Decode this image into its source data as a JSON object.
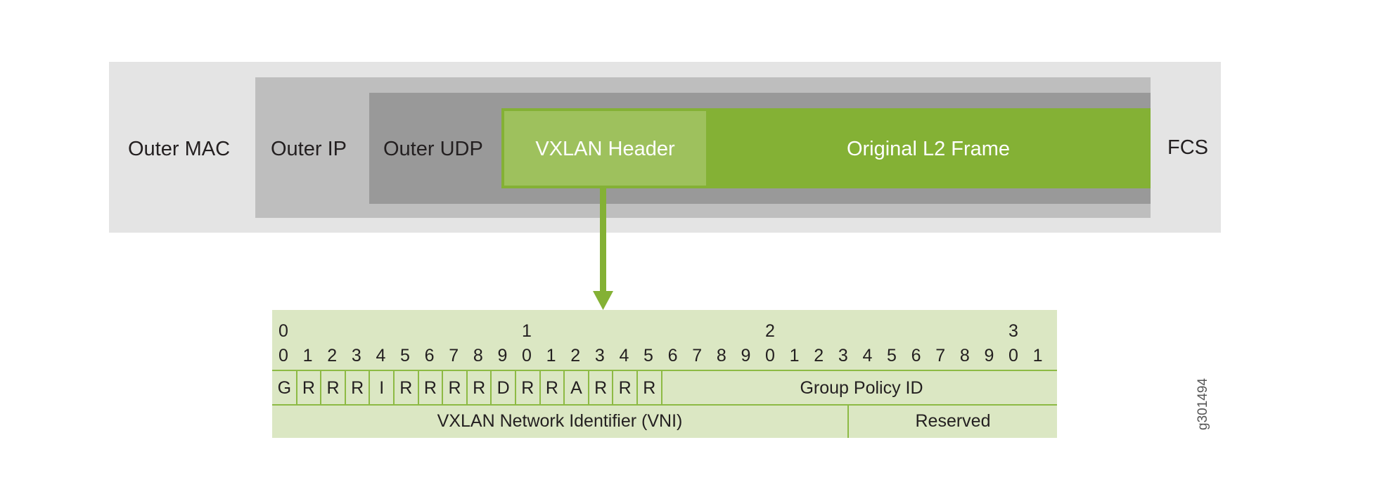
{
  "packet": {
    "outer_mac": "Outer MAC",
    "outer_ip": "Outer IP",
    "outer_udp": "Outer UDP",
    "vxlan_header": "VXLAN Header",
    "original_l2_frame": "Original L2 Frame",
    "fcs": "FCS"
  },
  "colors": {
    "outer_mac": "#e4e4e4",
    "outer_ip": "#bebebe",
    "outer_udp": "#999999",
    "green_dark": "#84b135",
    "green_mid": "#9ec15d",
    "green_light": "#dbe7c3"
  },
  "bit_table": {
    "tens_row": [
      "0",
      "",
      "",
      "",
      "",
      "",
      "",
      "",
      "",
      "",
      "1",
      "",
      "",
      "",
      "",
      "",
      "",
      "",
      "",
      "",
      "2",
      "",
      "",
      "",
      "",
      "",
      "",
      "",
      "",
      "",
      "3",
      ""
    ],
    "units_row": [
      "0",
      "1",
      "2",
      "3",
      "4",
      "5",
      "6",
      "7",
      "8",
      "9",
      "0",
      "1",
      "2",
      "3",
      "4",
      "5",
      "6",
      "7",
      "8",
      "9",
      "0",
      "1",
      "2",
      "3",
      "4",
      "5",
      "6",
      "7",
      "8",
      "9",
      "0",
      "1"
    ],
    "flags": [
      "G",
      "R",
      "R",
      "R",
      "I",
      "R",
      "R",
      "R",
      "R",
      "D",
      "R",
      "R",
      "A",
      "R",
      "R",
      "R"
    ],
    "group_policy_id": "Group Policy  ID",
    "vni": "VXLAN Network Identifier (VNI)",
    "reserved": "Reserved"
  },
  "figure_id": "g301494"
}
